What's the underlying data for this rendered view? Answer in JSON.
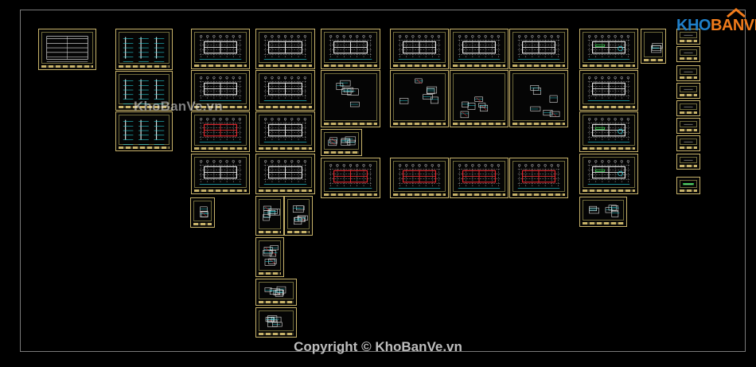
{
  "app": {
    "title": "AutoCAD model space - KhoBanVe drawing set"
  },
  "watermark_text": "KhoBanVe.vn",
  "copyright_text": "Copyright © KhoBanVe.vn",
  "logo": {
    "part1": "KHO",
    "part2": "BANVE"
  },
  "colors": {
    "background": "#000000",
    "sheet_border": "#c8b36a",
    "cad_white": "#e6e6e6",
    "cad_cyan": "#27d6e0",
    "cad_red": "#e0282e",
    "cad_green": "#2fd64a",
    "cad_magenta": "#d23fd8",
    "logo_blue": "#1f7fc9",
    "logo_orange": "#f07b1b"
  },
  "sheets_description": "Grid of architectural drawing sheets with title blocks"
}
